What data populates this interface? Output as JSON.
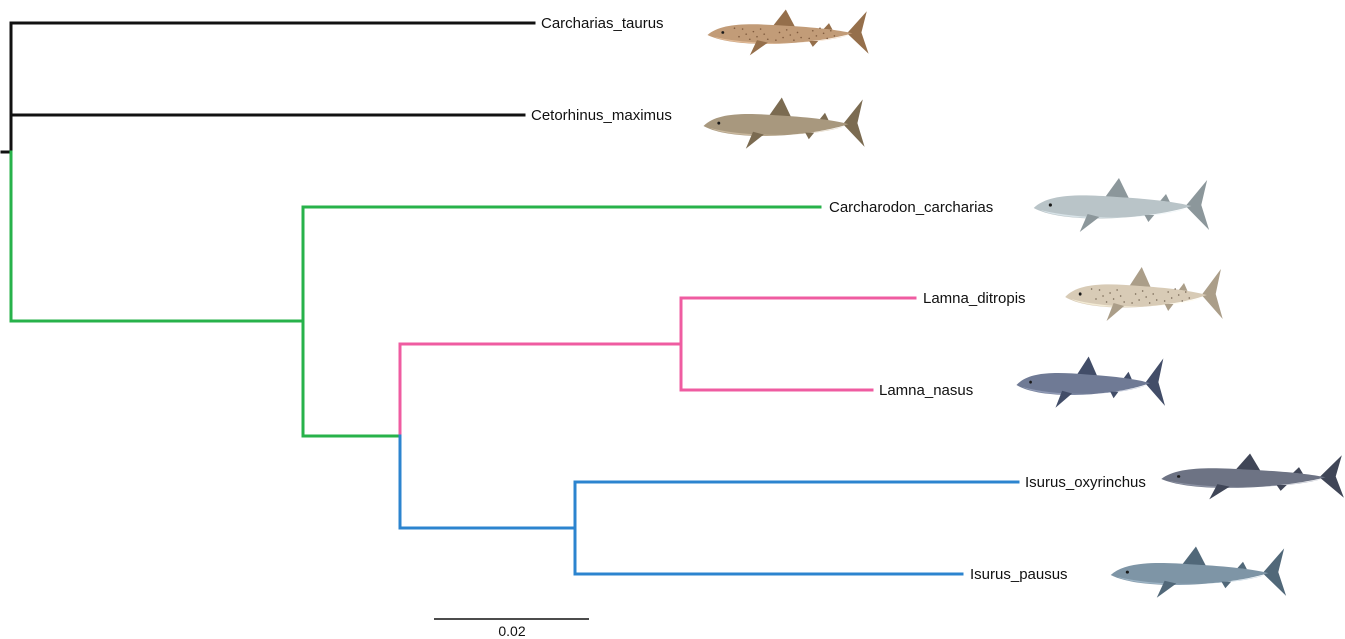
{
  "colors": {
    "outgroup": "#111111",
    "lamnidae": "#27b24a",
    "lamna": "#ef5ca1",
    "isurus": "#2c84cf"
  },
  "tips": [
    {
      "name": "Carcharias_taurus",
      "icon": "sand-tiger-shark-icon",
      "body_color": "#c29c78",
      "spot_color": "#6e4a2e"
    },
    {
      "name": "Cetorhinus_maximus",
      "icon": "basking-shark-icon",
      "body_color": "#a8987e",
      "spot_color": ""
    },
    {
      "name": "Carcharodon_carcharias",
      "icon": "great-white-shark-icon",
      "body_color": "#b9c4c8",
      "spot_color": ""
    },
    {
      "name": "Lamna_ditropis",
      "icon": "salmon-shark-icon",
      "body_color": "#d8cbb6",
      "spot_color": "#6a5a48"
    },
    {
      "name": "Lamna_nasus",
      "icon": "porbeagle-shark-icon",
      "body_color": "#6f7a95",
      "spot_color": ""
    },
    {
      "name": "Isurus_oxyrinchus",
      "icon": "shortfin-mako-shark-icon",
      "body_color": "#6d7384",
      "spot_color": ""
    },
    {
      "name": "Isurus_pausus",
      "icon": "longfin-mako-shark-icon",
      "body_color": "#7e95a6",
      "spot_color": ""
    }
  ],
  "scale_bar": {
    "label": "0.02"
  }
}
